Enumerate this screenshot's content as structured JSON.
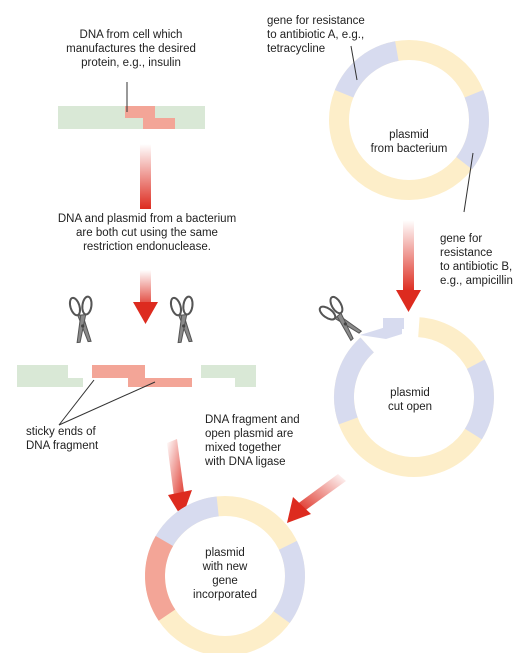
{
  "colors": {
    "dna_green": "#d9e8d6",
    "insert_red": "#f3a597",
    "resistance_blue": "#d7dbef",
    "plasmid_cream": "#fdeec9",
    "arrow_red": "#dd2b1f",
    "line": "#333333"
  },
  "labels": {
    "dna_source": "DNA from cell which\nmanufactures the desired\nprotein, e.g., insulin",
    "gene_a": "gene for resistance\nto antibiotic A, e.g.,\ntetracycline",
    "plasmid_bacterium": "plasmid\nfrom bacterium",
    "gene_b": "gene for\nresistance\nto antibiotic B,\ne.g., ampicillin",
    "cut_step": "DNA and plasmid from a bacterium\nare both cut using the same\nrestriction endonuclease.",
    "plasmid_cut": "plasmid\ncut open",
    "sticky_ends": "sticky ends of\nDNA fragment",
    "mix_step": "DNA fragment and\nopen plasmid are\nmixed together\nwith DNA ligase",
    "plasmid_new": "plasmid\nwith new\ngene\nincorporated"
  },
  "icons": [
    "scissors-icon",
    "scissors-icon",
    "scissors-icon"
  ]
}
